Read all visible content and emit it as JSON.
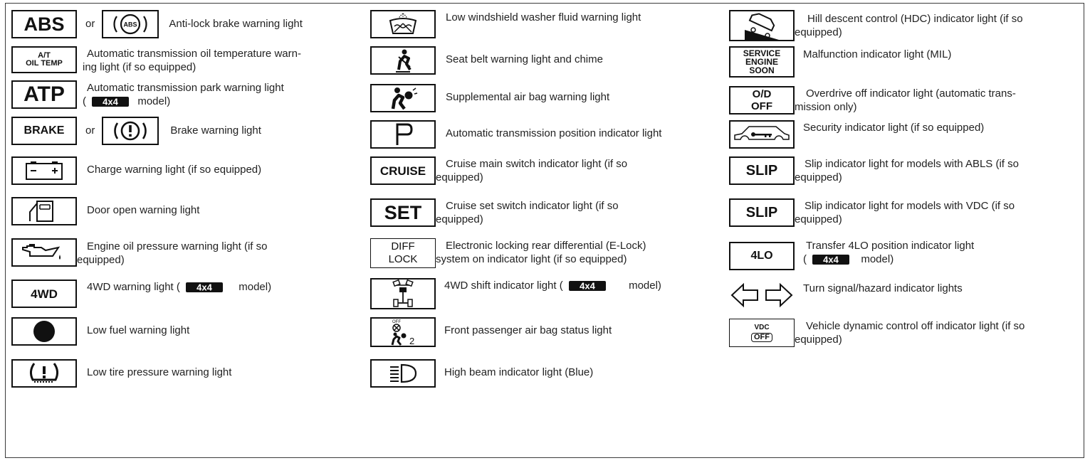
{
  "or_label": "or",
  "model_label": "model)",
  "paren_open": "(",
  "badge_4x4": "4x4",
  "col1": {
    "abs": {
      "icon_text": "ABS",
      "icon2_text": "(ABS)",
      "desc": "Anti-lock brake warning light"
    },
    "at_oil_temp": {
      "icon_line1": "A/T",
      "icon_line2": "OIL TEMP",
      "desc_line1": "Automatic transmission oil temperature warn-",
      "desc_line2": "ing light (if so equipped)"
    },
    "atp": {
      "icon_text": "ATP",
      "desc_line1": "Automatic transmission park warning light"
    },
    "brake": {
      "icon_text": "BRAKE",
      "desc": "Brake warning light"
    },
    "charge": {
      "desc": "Charge warning light (if so equipped)"
    },
    "door": {
      "desc": "Door open warning light"
    },
    "oil": {
      "desc_line1": "Engine oil pressure warning light (if so",
      "desc_line2": "equipped)"
    },
    "fourwd": {
      "icon_text": "4WD",
      "desc": "4WD warning light ("
    },
    "fuel": {
      "desc": "Low fuel warning light"
    },
    "tire": {
      "desc": "Low tire pressure warning light"
    }
  },
  "col2": {
    "washer": {
      "desc": "Low windshield washer fluid warning light"
    },
    "seatbelt": {
      "desc": "Seat belt warning light and chime"
    },
    "airbag": {
      "desc": "Supplemental air bag warning light"
    },
    "position": {
      "icon_text": "P",
      "desc": "Automatic transmission position indicator light"
    },
    "cruise": {
      "icon_text": "CRUISE",
      "desc_line1": "Cruise main switch indicator light (if so",
      "desc_line2": "equipped)"
    },
    "set": {
      "icon_text": "SET",
      "desc_line1": "Cruise set switch indicator light (if so",
      "desc_line2": "equipped)"
    },
    "difflock": {
      "icon_line1": "DIFF",
      "icon_line2": "LOCK",
      "desc_line1": "Electronic locking rear differential (E-Lock)",
      "desc_line2": "system on indicator light (if so equipped)"
    },
    "shift4wd": {
      "desc": "4WD shift indicator light ("
    },
    "passenger_airbag": {
      "icon_small": "OFF",
      "icon_sub": "2",
      "desc": "Front passenger air bag status light"
    },
    "highbeam": {
      "desc": "High beam indicator light (Blue)"
    }
  },
  "col3": {
    "hdc": {
      "desc_line1": "Hill descent control (HDC) indicator light (if so",
      "desc_line2": "equipped)"
    },
    "mil": {
      "icon_line1": "SERVICE",
      "icon_line2": "ENGINE",
      "icon_line3": "SOON",
      "desc": "Malfunction indicator light (MIL)"
    },
    "od_off": {
      "icon_line1": "O/D",
      "icon_line2": "OFF",
      "desc_line1": "Overdrive off indicator light (automatic trans-",
      "desc_line2": "mission only)"
    },
    "security": {
      "desc": "Security indicator light (if so equipped)"
    },
    "slip_abls": {
      "icon_text": "SLIP",
      "desc_line1": "Slip indicator light for models with ABLS (if so",
      "desc_line2": "equipped)"
    },
    "slip_vdc": {
      "icon_text": "SLIP",
      "desc_line1": "Slip indicator light for models with VDC (if so",
      "desc_line2": "equipped)"
    },
    "fourlo": {
      "icon_text": "4LO",
      "desc_line1": "Transfer 4LO position indicator light"
    },
    "turn": {
      "desc": "Turn signal/hazard indicator lights"
    },
    "vdc_off": {
      "icon_line1": "VDC",
      "icon_line2": "OFF",
      "desc_line1": "Vehicle dynamic control off indicator light (if so",
      "desc_line2": "equipped)"
    }
  }
}
